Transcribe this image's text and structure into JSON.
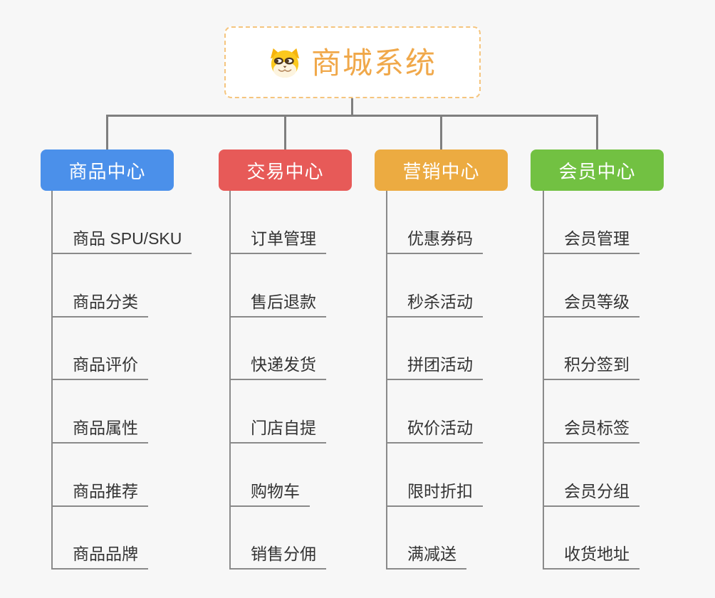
{
  "page": {
    "background_color": "#f7f7f7",
    "connector_color": "#7f7f7f",
    "underline_color": "#8a8a8a"
  },
  "root": {
    "title": "商城系统",
    "icon": "shiba-dog-icon",
    "title_color": "#f0a84a",
    "border_color": "#f5c57e"
  },
  "branches": [
    {
      "label": "商品中心",
      "color": "#4b90ea",
      "items": [
        "商品 SPU/SKU",
        "商品分类",
        "商品评价",
        "商品属性",
        "商品推荐",
        "商品品牌"
      ]
    },
    {
      "label": "交易中心",
      "color": "#e75a58",
      "items": [
        "订单管理",
        "售后退款",
        "快递发货",
        "门店自提",
        "购物车",
        "销售分佣"
      ]
    },
    {
      "label": "营销中心",
      "color": "#ecab41",
      "items": [
        "优惠券码",
        "秒杀活动",
        "拼团活动",
        "砍价活动",
        "限时折扣",
        "满减送"
      ]
    },
    {
      "label": "会员中心",
      "color": "#72c142",
      "items": [
        "会员管理",
        "会员等级",
        "积分签到",
        "会员标签",
        "会员分组",
        "收货地址"
      ]
    }
  ]
}
